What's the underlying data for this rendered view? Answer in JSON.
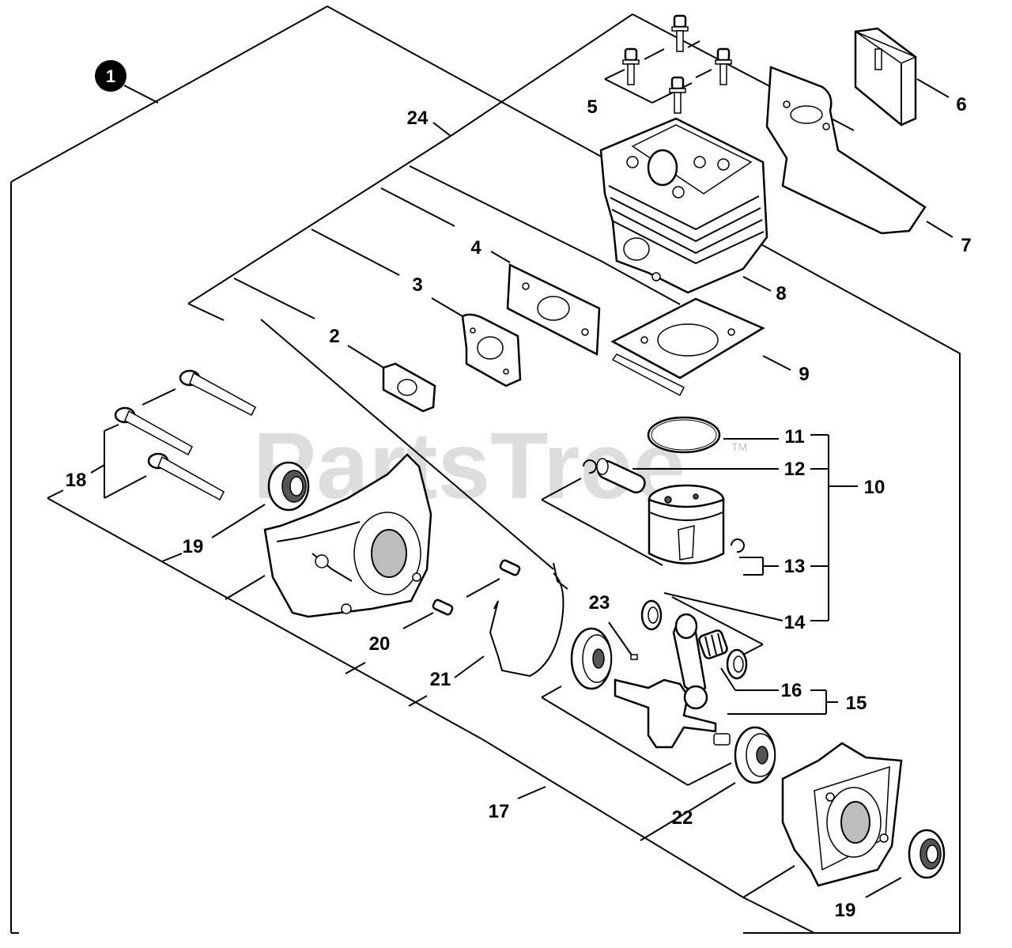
{
  "assembly_badge": "1",
  "watermark": {
    "text": "PartsTree",
    "trademark": "TM"
  },
  "callouts": {
    "c2": "2",
    "c3": "3",
    "c4": "4",
    "c5": "5",
    "c6": "6",
    "c7": "7",
    "c8": "8",
    "c9": "9",
    "c10": "10",
    "c11": "11",
    "c12": "12",
    "c13": "13",
    "c14": "14",
    "c15": "15",
    "c16": "16",
    "c17": "17",
    "c18": "18",
    "c19a": "19",
    "c19b": "19",
    "c20": "20",
    "c21": "21",
    "c22": "22",
    "c23": "23",
    "c24": "24"
  }
}
